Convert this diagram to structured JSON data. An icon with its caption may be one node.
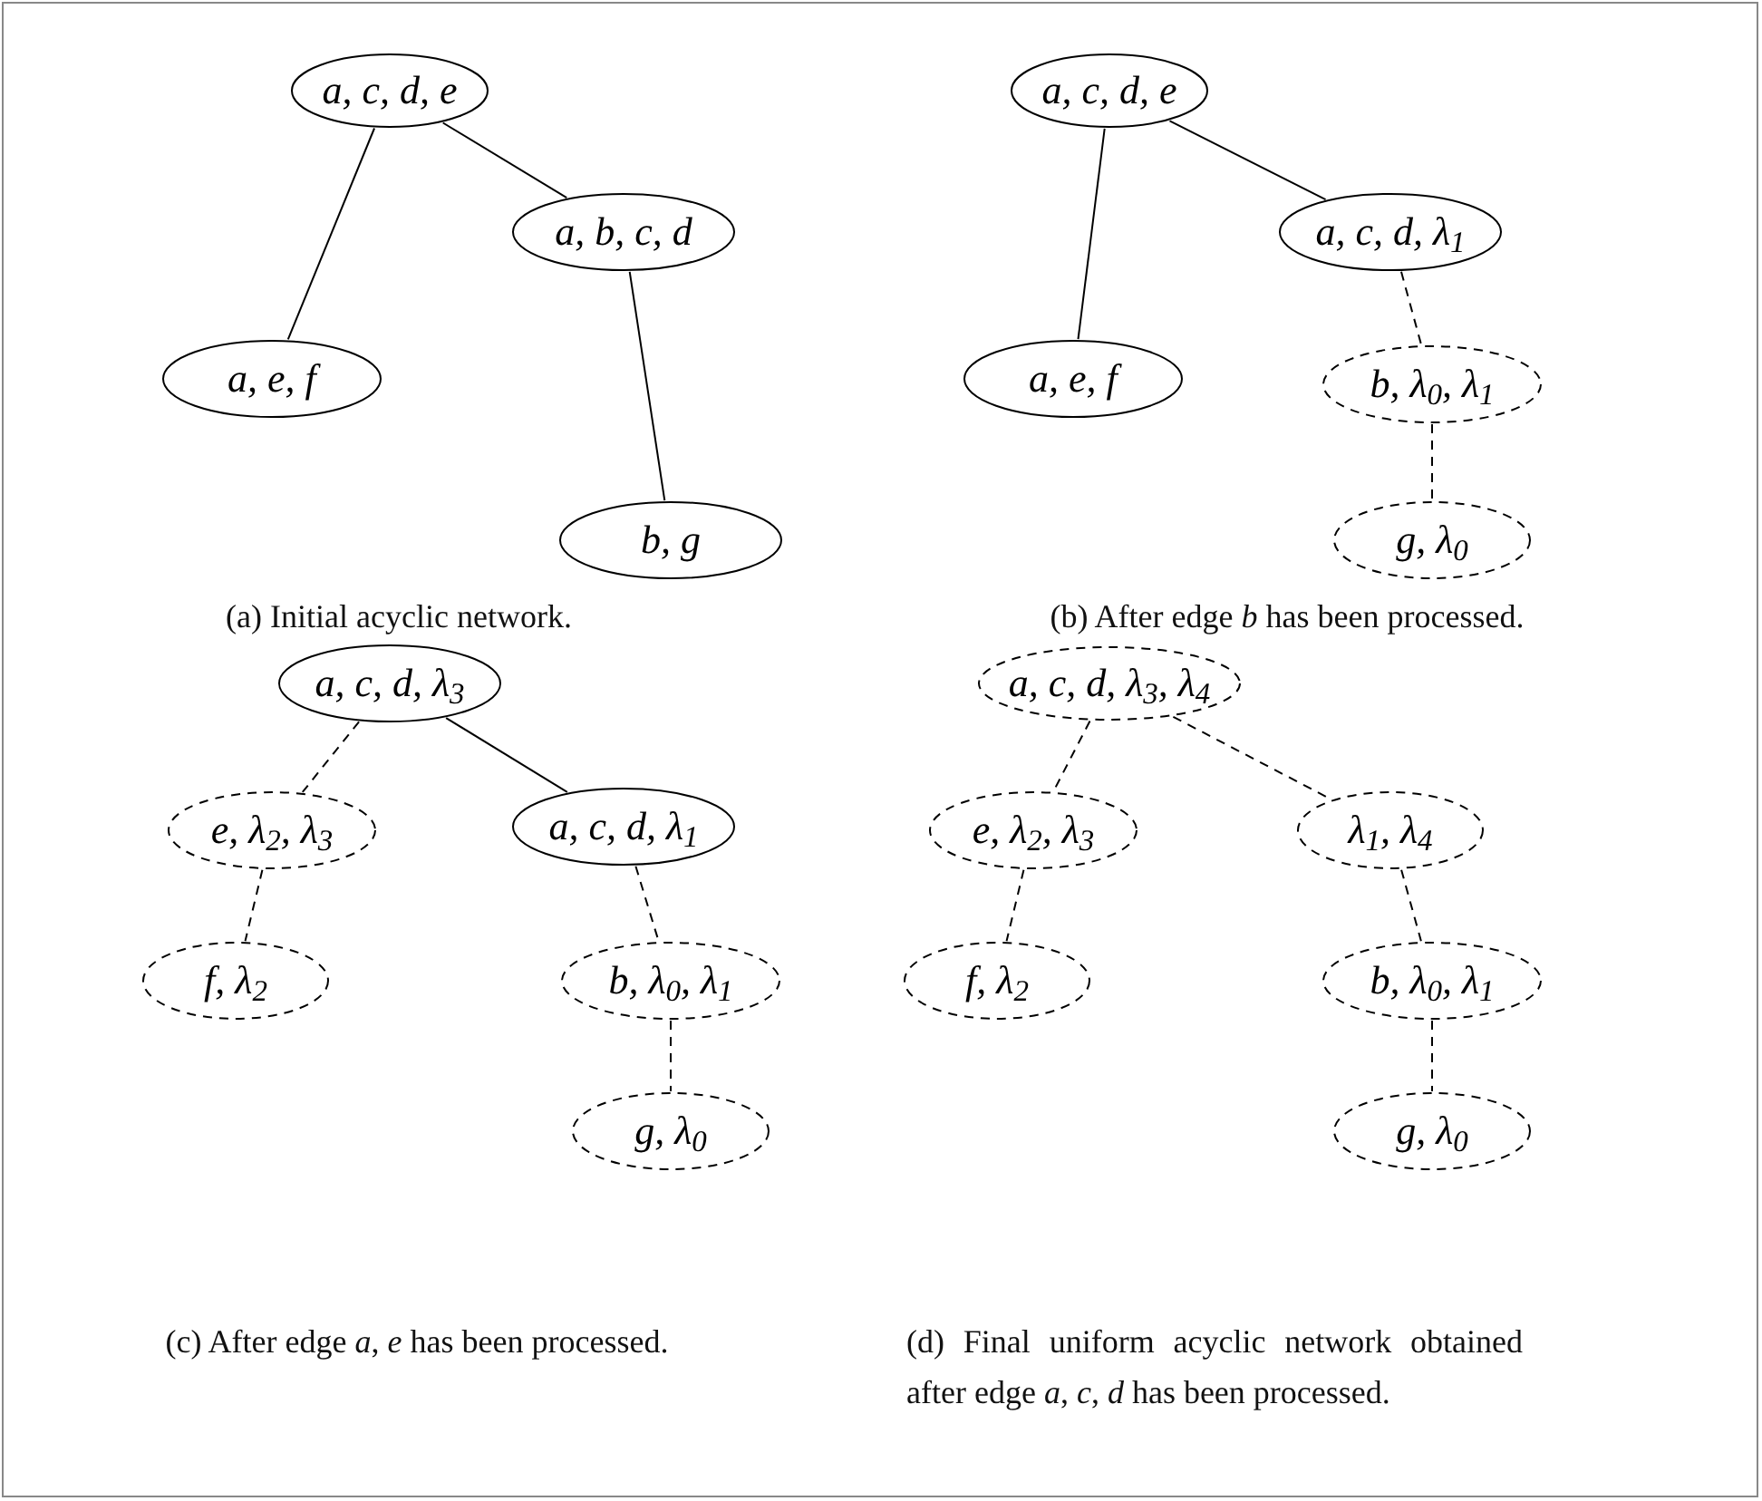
{
  "diagram": {
    "nodes": [
      {
        "text": [
          "a, c, d, e"
        ]
      },
      {
        "text": [
          "a, e, f"
        ]
      },
      {
        "text": [
          "a, b, c, d"
        ]
      },
      {
        "text": [
          "b, g"
        ]
      },
      {
        "text": [
          "a, c, d, e"
        ]
      },
      {
        "text": [
          "a, e, f"
        ]
      },
      {
        "text": [
          "a, c, d, λ$_{1}$"
        ]
      },
      {
        "text": [
          "b, λ$_{0}$, λ$_{1}$"
        ]
      },
      {
        "text": [
          "g, λ$_{0}$"
        ]
      },
      {
        "text": [
          "a, c, d, λ$_{3}$"
        ]
      },
      {
        "text": [
          "e, λ$_{2}$, λ$_{3}$"
        ]
      },
      {
        "text": [
          "a, c, d, λ$_{1}$"
        ]
      },
      {
        "text": [
          "f, λ$_{2}$"
        ]
      },
      {
        "text": [
          "b, λ$_{0}$, λ$_{1}$"
        ]
      },
      {
        "text": [
          "g, λ$_{0}$"
        ]
      },
      {
        "text": [
          "a, c, d, λ$_{3}$, λ$_{4}$"
        ]
      },
      {
        "text": [
          "e, λ$_{2}$, λ$_{3}$"
        ]
      },
      {
        "text": [
          "λ$_{1}$, λ$_{4}$"
        ]
      },
      {
        "text": [
          "f, λ$_{2}$"
        ]
      },
      {
        "text": [
          "b, λ$_{0}$, λ$_{1}$"
        ]
      },
      {
        "text": [
          "g, λ$_{0}$"
        ]
      }
    ],
    "edges": [
      {
        "from": 0,
        "to": 1,
        "arrow": "none"
      },
      {
        "from": 0,
        "to": 2,
        "arrow": "none"
      },
      {
        "from": 2,
        "to": 3,
        "arrow": "none"
      },
      {
        "from": 4,
        "to": 5,
        "arrow": "none"
      },
      {
        "from": 4,
        "to": 6,
        "arrow": "none"
      },
      {
        "from": 6,
        "to": 7,
        "arrow": "none",
        "style": "dashed"
      },
      {
        "from": 7,
        "to": 8,
        "arrow": "none",
        "style": "dashed"
      },
      {
        "from": 9,
        "to": 10,
        "arrow": "none",
        "style": "dashed"
      },
      {
        "from": 9,
        "to": 11,
        "arrow": "none"
      },
      {
        "from": 10,
        "to": 12,
        "arrow": "none",
        "style": "dashed"
      },
      {
        "from": 11,
        "to": 13,
        "arrow": "none",
        "style": "dashed"
      },
      {
        "from": 13,
        "to": 14,
        "arrow": "none",
        "style": "dashed"
      },
      {
        "from": 15,
        "to": 16,
        "arrow": "none",
        "style": "dashed"
      },
      {
        "from": 15,
        "to": 17,
        "arrow": "none",
        "style": "dashed"
      },
      {
        "from": 16,
        "to": 18,
        "arrow": "none",
        "style": "dashed"
      },
      {
        "from": 17,
        "to": 19,
        "arrow": "none",
        "style": "dashed"
      },
      {
        "from": 19,
        "to": 20,
        "arrow": "none",
        "style": "dashed"
      }
    ],
    "labels": [
      "(a) Initial acyclic network.",
      "(b) After edge *b* has been processed.",
      "(c) After edge *a*, *e* has been processed.",
      "(d) Final uniform acyclic network obtained after edge *a*, *c*, *d* has been processed."
    ]
  }
}
